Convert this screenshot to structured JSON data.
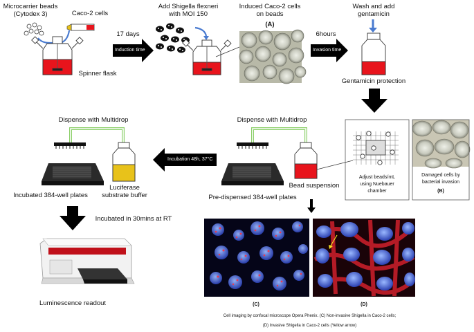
{
  "labels": {
    "microcarrier": "Microcarrier beads",
    "cytodex": "(Cytodex 3)",
    "caco_cells": "Caco-2 cells",
    "spinner_flask": "Spinner flask",
    "days": "17 days",
    "induction_time": "Induction time",
    "add_shigella_1": "Add Shigella flexneri",
    "add_shigella_2": "with MOI 150",
    "induced_1": "Induced Caco-2 cells",
    "induced_2": "on beads",
    "label_a": "(A)",
    "hours": "6hours",
    "invasion_time": "Invasion time",
    "wash_1": "Wash and add",
    "wash_2": "gentamicin",
    "gentamicin": "Gentamicin protection",
    "dispense_left": "Dispense with Multidrop",
    "dispense_right": "Dispense with Multidrop",
    "incubation": "Incubation 48h, 37°C",
    "luciferase_1": "Luciferase",
    "luciferase_2": "substrate buffer",
    "incubated_plates": "Incubated 384-well plates",
    "bead_suspension": "Bead suspension",
    "predispensed": "Pre-dispensed 384-well plates",
    "adjust_1": "Adjust beads/mL",
    "adjust_2": "using Nuebauer",
    "adjust_3": "chamber",
    "damaged_1": "Damaged cells by",
    "damaged_2": "bacterial invasion",
    "label_b": "(B)",
    "incubated_rt": "Incubated in 30mins at RT",
    "luminescence": "Luminescence readout",
    "label_c": "(C)",
    "label_d": "(D)",
    "caption_1": "Cell imaging by confocal microscope Opera Phenix. (C) Non-invasive Shigella in Caco-2 cells;",
    "caption_2": "(D) Invasive Shigella in Caco-2 cells (Yellow arrow)"
  },
  "colors": {
    "medium_red": "#e8141c",
    "luciferase_yellow": "#e8c21a",
    "tube_green": "#8ccf6a",
    "arrow_blue": "#4a7bd0",
    "arrow_black": "#000000"
  }
}
